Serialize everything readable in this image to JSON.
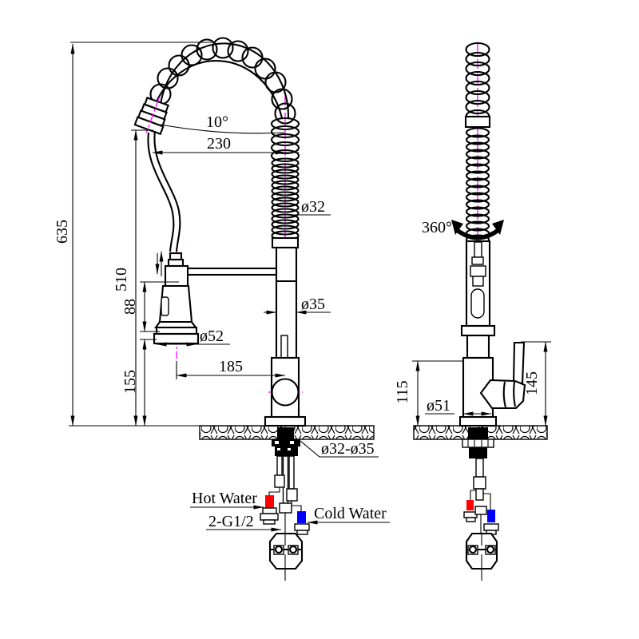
{
  "drawing": {
    "title": "Pull-down spring kitchen faucet dimension drawing",
    "views": [
      "front-view",
      "side-view"
    ]
  },
  "colors": {
    "line": "#000000",
    "centerline": "#ff00ff",
    "hot_water": "#ff0000",
    "cold_water": "#0000ff",
    "background": "#ffffff"
  },
  "front_view": {
    "dimensions": {
      "total_height": "635",
      "outlet_height": "510",
      "spout_angle": "10°",
      "spout_reach": "230",
      "spring_diameter": "ø32",
      "pipe_diameter": "ø35",
      "head_length": "88",
      "spray_head_diameter": "ø52",
      "head_to_counter": "155",
      "head_offset": "185",
      "mounting_hole_range": "ø32-ø35"
    },
    "labels": {
      "hot_water": "Hot Water",
      "cold_water": "Cold Water",
      "thread_spec": "2-G1/2"
    }
  },
  "side_view": {
    "dimensions": {
      "swivel_angle": "360°",
      "body_height": "115",
      "handle_height": "145",
      "base_diameter": "ø51"
    }
  }
}
